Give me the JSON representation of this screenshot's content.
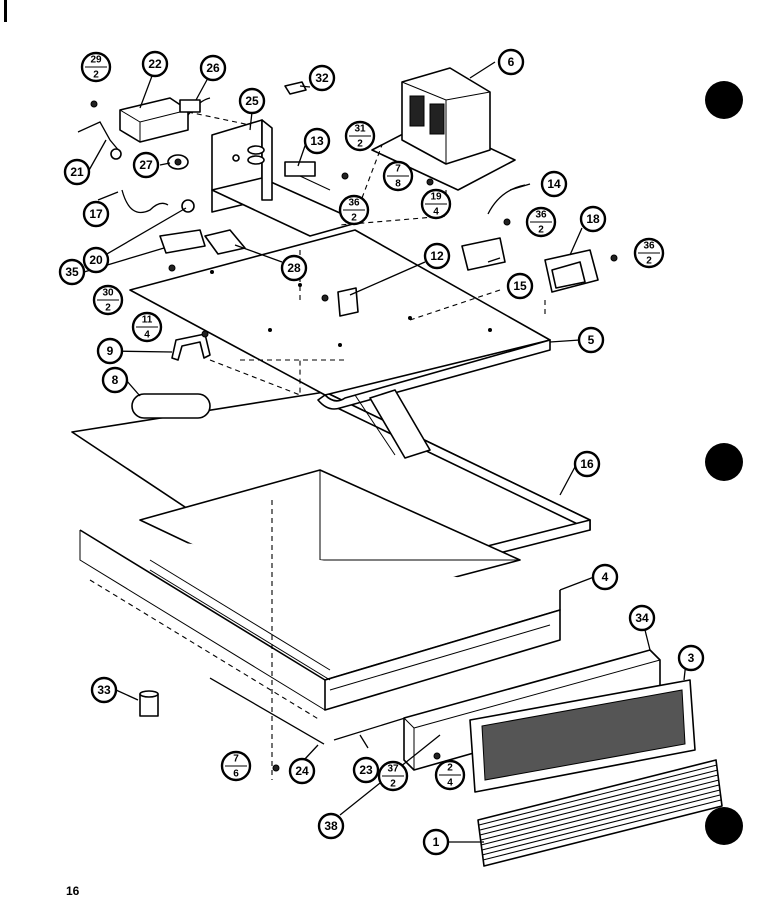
{
  "page_number": "16",
  "callouts": [
    {
      "id": "c1",
      "label": "1"
    },
    {
      "id": "c3",
      "label": "3"
    },
    {
      "id": "c4",
      "label": "4"
    },
    {
      "id": "c5",
      "label": "5"
    },
    {
      "id": "c6",
      "label": "6"
    },
    {
      "id": "c8",
      "label": "8"
    },
    {
      "id": "c9",
      "label": "9"
    },
    {
      "id": "c12",
      "label": "12"
    },
    {
      "id": "c13",
      "label": "13"
    },
    {
      "id": "c14",
      "label": "14"
    },
    {
      "id": "c15",
      "label": "15"
    },
    {
      "id": "c16",
      "label": "16"
    },
    {
      "id": "c17",
      "label": "17"
    },
    {
      "id": "c18",
      "label": "18"
    },
    {
      "id": "c20",
      "label": "20"
    },
    {
      "id": "c21",
      "label": "21"
    },
    {
      "id": "c22",
      "label": "22"
    },
    {
      "id": "c23",
      "label": "23"
    },
    {
      "id": "c24",
      "label": "24"
    },
    {
      "id": "c25",
      "label": "25"
    },
    {
      "id": "c26",
      "label": "26"
    },
    {
      "id": "c27",
      "label": "27"
    },
    {
      "id": "c28",
      "label": "28"
    },
    {
      "id": "c32",
      "label": "32"
    },
    {
      "id": "c33",
      "label": "33"
    },
    {
      "id": "c34",
      "label": "34"
    },
    {
      "id": "c35",
      "label": "35"
    },
    {
      "id": "c38",
      "label": "38"
    }
  ],
  "fraction_callouts": [
    {
      "id": "f29_2",
      "top": "29",
      "bottom": "2"
    },
    {
      "id": "f31_2",
      "top": "31",
      "bottom": "2"
    },
    {
      "id": "f7_8",
      "top": "7",
      "bottom": "8"
    },
    {
      "id": "f19_4",
      "top": "19",
      "bottom": "4"
    },
    {
      "id": "f36_2a",
      "top": "36",
      "bottom": "2"
    },
    {
      "id": "f36_2b",
      "top": "36",
      "bottom": "2"
    },
    {
      "id": "f36_2c",
      "top": "36",
      "bottom": "2"
    },
    {
      "id": "f30_2",
      "top": "30",
      "bottom": "2"
    },
    {
      "id": "f11_4",
      "top": "11",
      "bottom": "4"
    },
    {
      "id": "f7_6",
      "top": "7",
      "bottom": "6"
    },
    {
      "id": "f37_2",
      "top": "37",
      "bottom": "2"
    },
    {
      "id": "f2_4",
      "top": "2",
      "bottom": "4"
    }
  ]
}
